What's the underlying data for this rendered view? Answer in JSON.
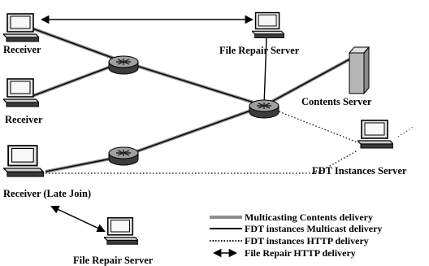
{
  "labels": {
    "receiver_1": "Receiver",
    "receiver_2": "Receiver",
    "receiver_late": "Receiver (Late Join)",
    "file_repair_top": "File Repair Server",
    "file_repair_bottom": "File Repair Server",
    "contents_server": "Contents Server",
    "fdt_instances_server": "FDT Instances Server"
  },
  "legend": [
    {
      "style": "multicast-contents",
      "label": "Multicasting Contents delivery"
    },
    {
      "style": "fdt-multicast",
      "label": "FDT instances Multicast delivery"
    },
    {
      "style": "fdt-http",
      "label": "FDT instances HTTP delivery"
    },
    {
      "style": "file-repair-http",
      "label": "File Repair HTTP delivery"
    }
  ],
  "colors": {
    "ink": "#000000",
    "gray_band": "#8c8c8c",
    "router_top": "#9a9a9a",
    "router_body": "#3c3c3c",
    "server_fill": "#b5b5b5",
    "screen_fill": "#f4f4f4"
  },
  "icons": [
    "router-icon",
    "computer-icon",
    "server-tower-icon",
    "double-arrow-icon"
  ]
}
